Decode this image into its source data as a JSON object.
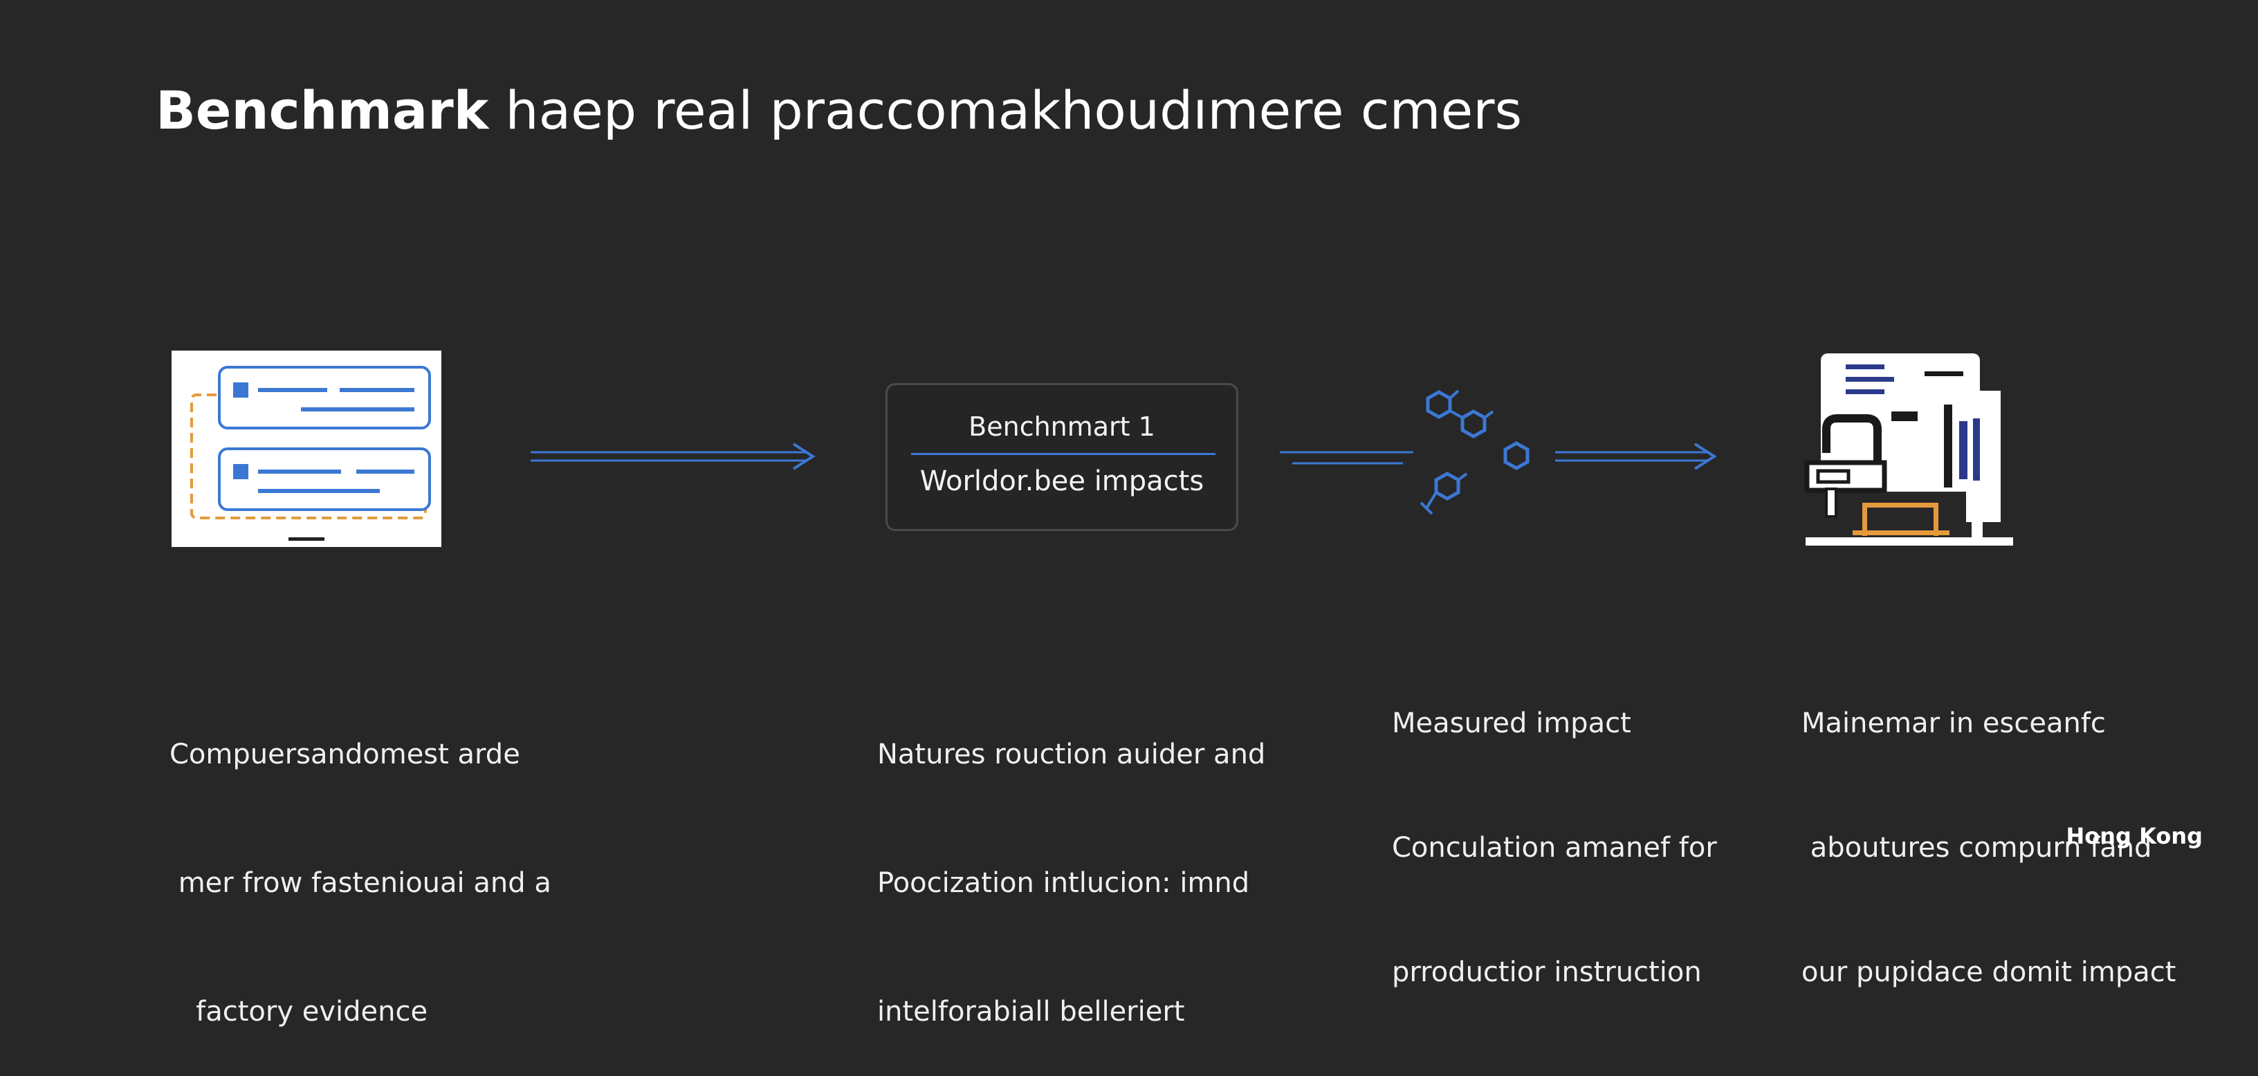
{
  "header": {
    "title_bold": "Benchmark",
    "title_rest": "haep real praccomakhoudımere cmers"
  },
  "card": {
    "title": "Benchnmart  1",
    "subtitle": "Worldor.bee impacts"
  },
  "captions": [
    {
      "lines": [
        "Compuersandomest arde",
        " mer frow fasteniouai and a",
        "   factory evidence"
      ]
    },
    {
      "lines": [
        "Natures rouction auider and",
        "Poocization intlucion: imnd",
        "intelforabiall belleriert"
      ]
    },
    {
      "lines": [
        "Measured impact",
        "Conculation amanef for",
        "prroductior instruction"
      ]
    },
    {
      "lines": [
        "Mainemar in esceanfc",
        " aboutures compurn fand",
        "our pupidace domit impact"
      ]
    }
  ],
  "footer": {
    "brand": "Hong Kong"
  },
  "colors": {
    "background": "#272728",
    "accent_blue": "#3b78d4",
    "accent_orange": "#e49a3a",
    "navy": "#2b3a8c"
  },
  "icons": [
    "document-cards-icon",
    "molecule-icon",
    "machine-icon"
  ]
}
